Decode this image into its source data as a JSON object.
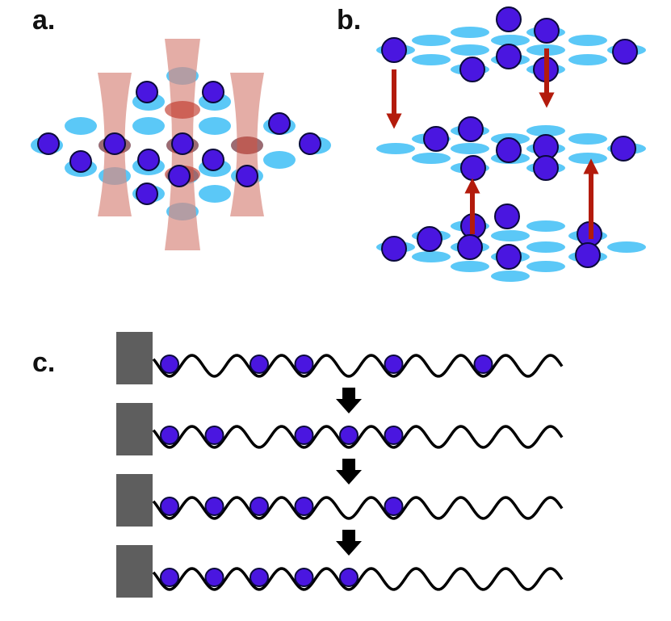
{
  "panels": {
    "a": {
      "label": "a."
    },
    "b": {
      "label": "b."
    },
    "c": {
      "label": "c."
    }
  },
  "colors": {
    "atom_fill": "#4a16e0",
    "atom_stroke": "#0a0a3a",
    "lattice_site": "#5bc8f7",
    "tweezer_beam": "#d98a80",
    "tweezer_focus": "#c0392b",
    "transfer_arrow": "#b31b0c",
    "shift_arrow": "#000000",
    "wall": "#5e5e5e",
    "wave": "#000000"
  },
  "panel_c": {
    "rows": [
      {
        "step": 0,
        "occupied_sites": [
          0,
          2,
          3,
          5,
          7
        ]
      },
      {
        "step": 1,
        "occupied_sites": [
          0,
          1,
          3,
          4,
          5
        ]
      },
      {
        "step": 2,
        "occupied_sites": [
          0,
          1,
          2,
          3,
          5
        ]
      },
      {
        "step": 3,
        "occupied_sites": [
          0,
          1,
          2,
          3,
          4
        ]
      }
    ]
  }
}
